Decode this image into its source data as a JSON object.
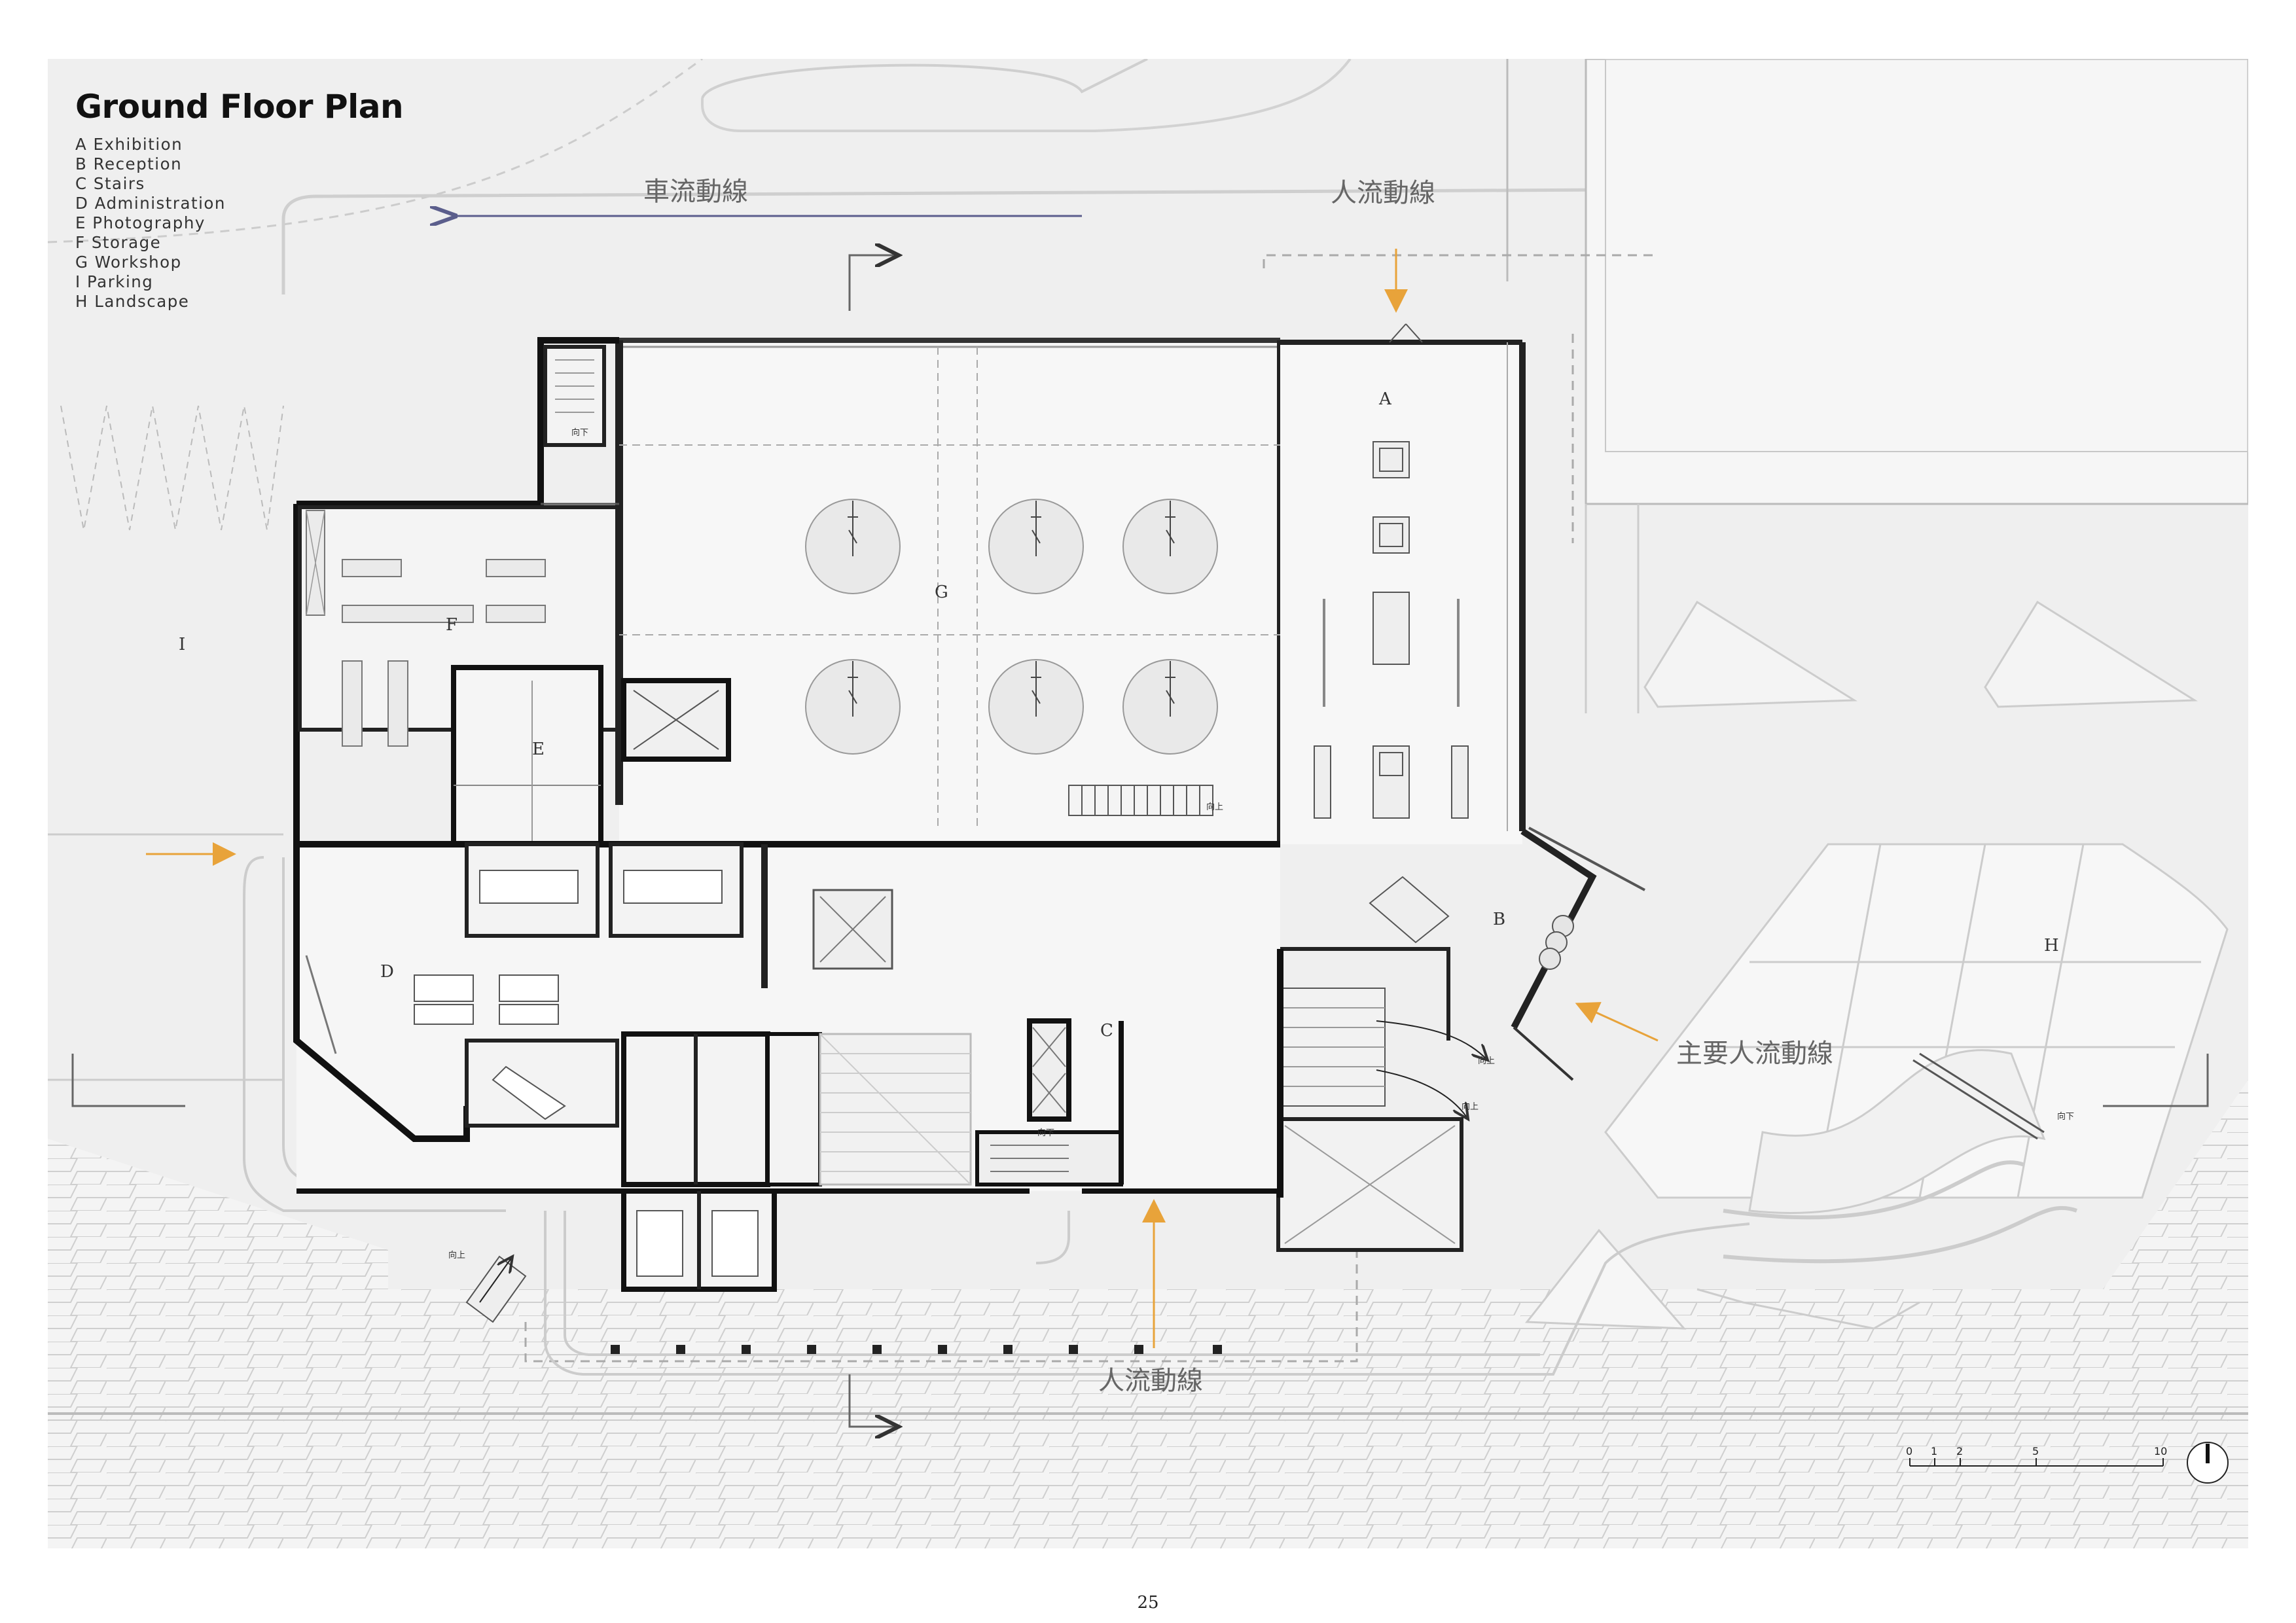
{
  "title": "Ground Floor Plan",
  "legend": [
    "A Exhibition",
    "B Reception",
    "C Stairs",
    "D Administration",
    "E Photography",
    "F Storage",
    "G Workshop",
    "I Parking",
    "H Landscape"
  ],
  "flow_labels": {
    "vehicle": "車流動線",
    "pedestrian_top": "人流動線",
    "pedestrian_main": "主要人流動線",
    "pedestrian_bottom": "人流動線"
  },
  "room_labels": {
    "a": "A",
    "b": "B",
    "c": "C",
    "d": "D",
    "e": "E",
    "f": "F",
    "g": "G",
    "i": "I",
    "h": "H"
  },
  "stair_notes": {
    "up": "向上",
    "down": "向下",
    "up_2": "向上",
    "up_3": "向上",
    "up_4": "向上",
    "down_2": "向下",
    "down_3": "向下"
  },
  "scale": {
    "ticks": [
      "0",
      "1",
      "2",
      "5",
      "10"
    ]
  },
  "page_number": "25",
  "colors": {
    "background": "#efefef",
    "wall": "#111111",
    "arrow_vehicle": "#5b5e8c",
    "arrow_pedestrian": "#e8a33a",
    "paving": "#d8d8d8"
  }
}
